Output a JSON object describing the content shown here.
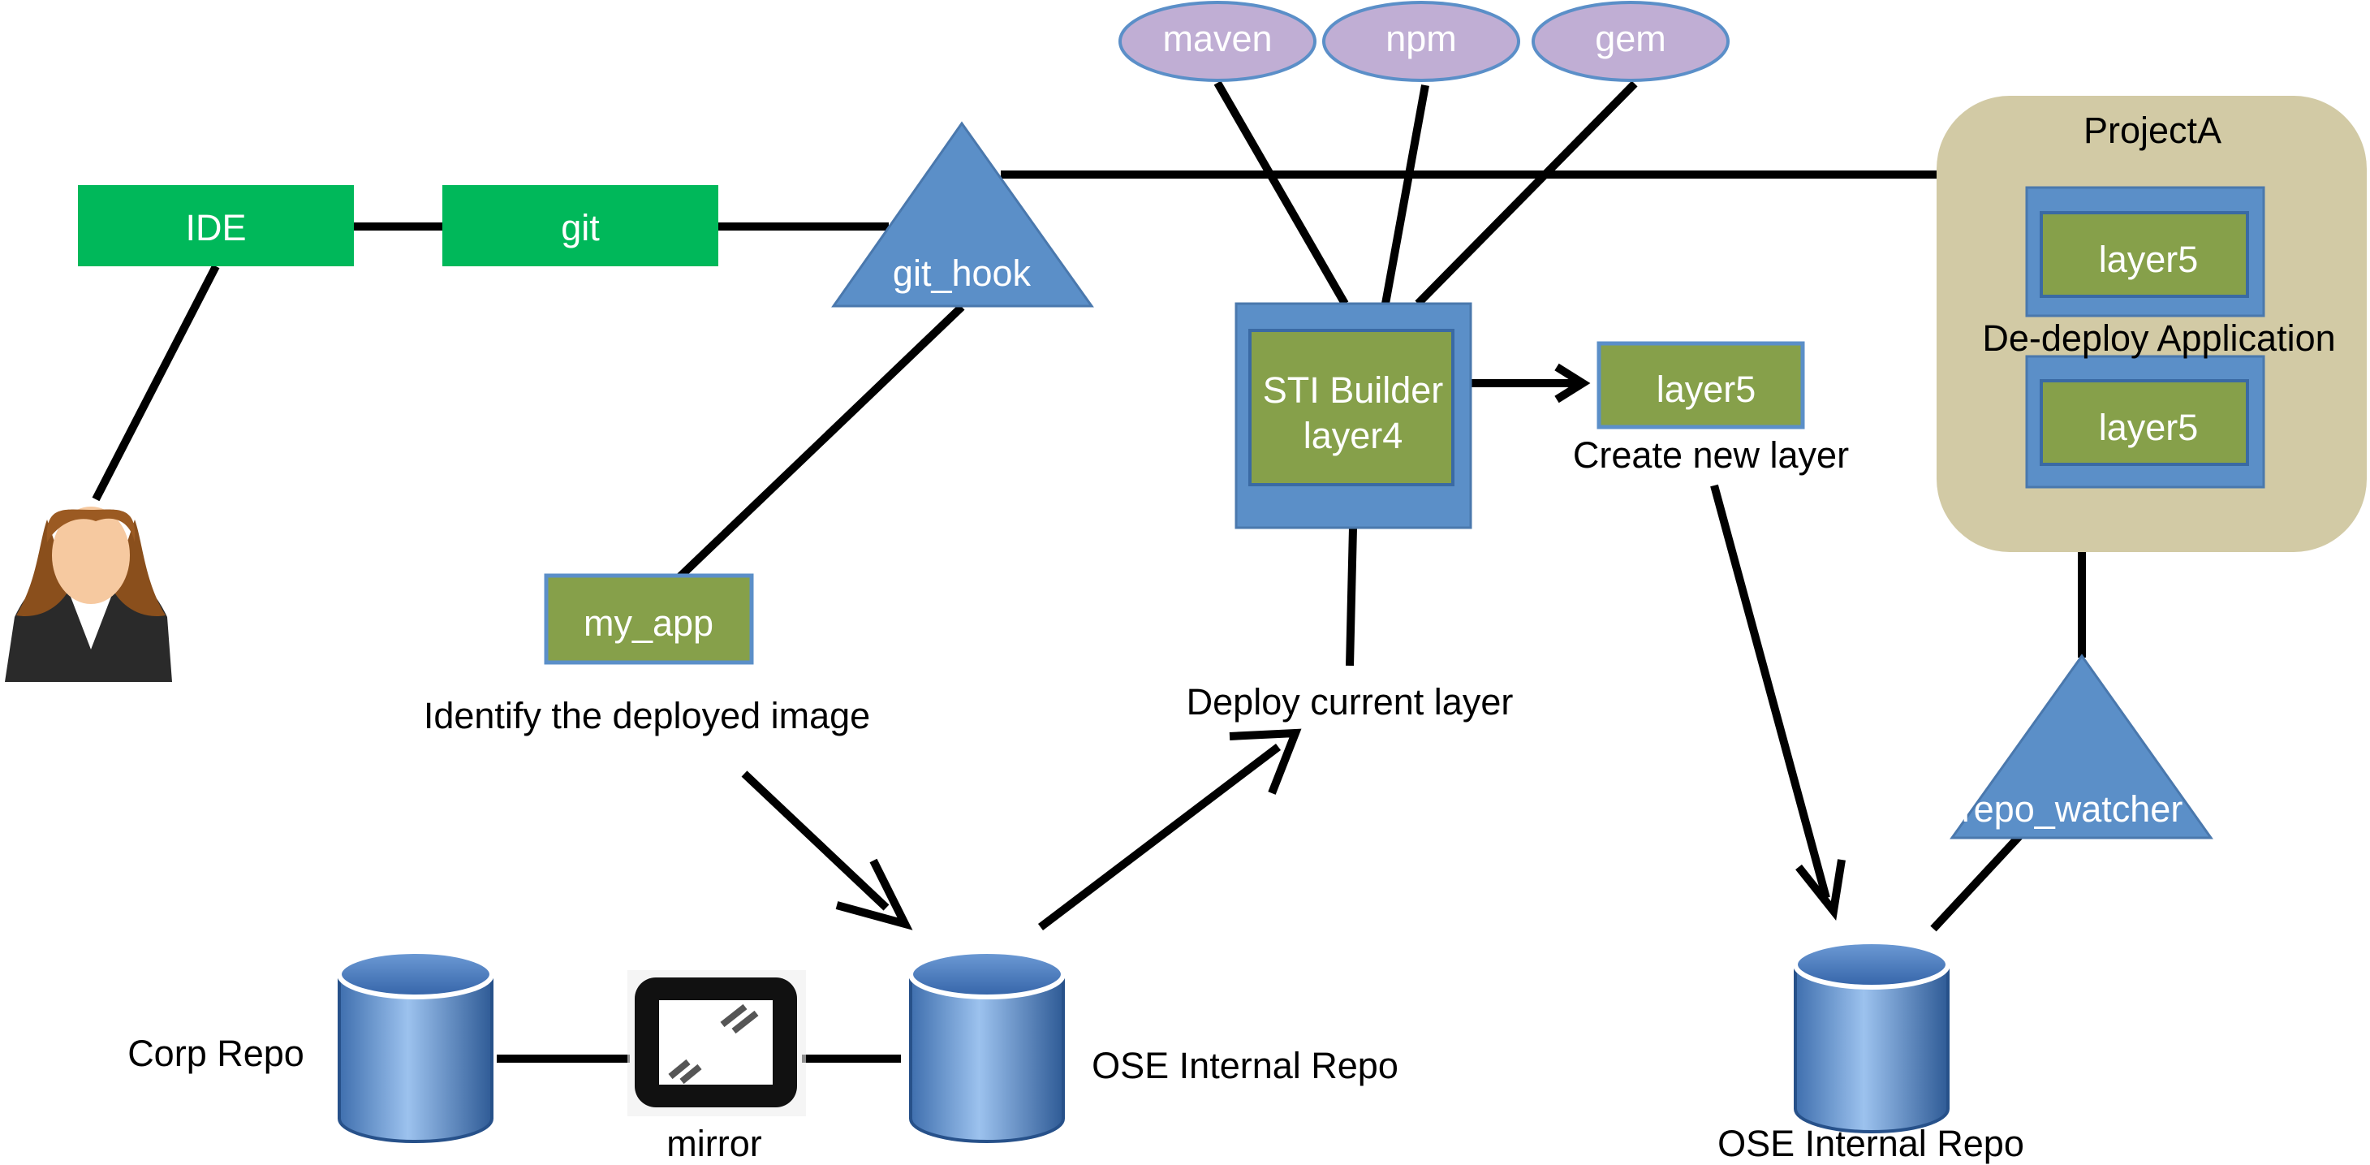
{
  "diagram": {
    "title_fragment": "",
    "package_managers": [
      {
        "id": "maven",
        "label": "maven"
      },
      {
        "id": "npm",
        "label": "npm"
      },
      {
        "id": "gem",
        "label": "gem"
      }
    ],
    "ide": {
      "label": "IDE"
    },
    "git": {
      "label": "git"
    },
    "git_hook": {
      "label": "git_hook"
    },
    "my_app": {
      "label": "my_app"
    },
    "identify_caption": "Identify the deployed image",
    "sti_builder": {
      "line1": "STI Builder",
      "line2": "layer4"
    },
    "new_layer": {
      "label": "layer5",
      "caption": "Create new layer"
    },
    "deploy_caption": "Deploy current layer",
    "project": {
      "title": "ProjectA",
      "layer_top": "layer5",
      "layer_bottom": "layer5",
      "caption": "De-deploy Application"
    },
    "repo_watcher": {
      "label": "repo_watcher"
    },
    "corp_repo": {
      "label": "Corp Repo"
    },
    "mirror": {
      "label": "mirror"
    },
    "ose_repo_center": {
      "label": "OSE Internal Repo"
    },
    "ose_repo_right": {
      "label": "OSE Internal Repo"
    },
    "colors": {
      "green_box": "#00b85a",
      "olive_box": "#86a04a",
      "blue_shape": "#5b8fc8",
      "lavender_oval": "#c0aed4",
      "project_bg": "#d2caa5"
    }
  }
}
